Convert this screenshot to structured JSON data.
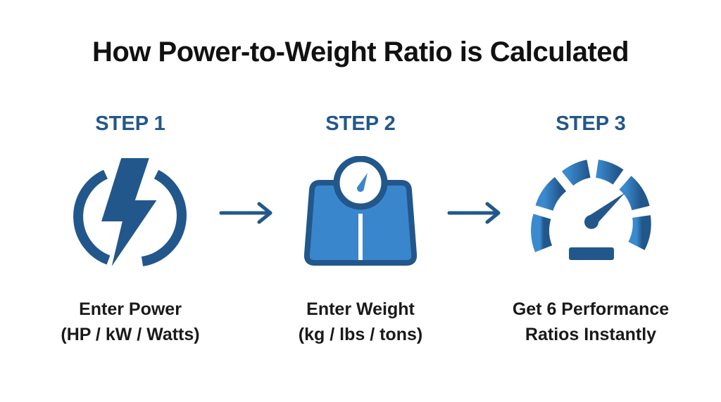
{
  "title": "How Power-to-Weight Ratio is Calculated",
  "colors": {
    "dark_blue": "#22578b",
    "mid_blue": "#3a86cc",
    "title_text": "#111111",
    "body_text": "#1a1a1a"
  },
  "steps": [
    {
      "label": "STEP 1",
      "icon": "lightning-bolt-icon",
      "line1": "Enter Power",
      "line2": "(HP / kW / Watts)"
    },
    {
      "label": "STEP 2",
      "icon": "weighing-scale-icon",
      "line1": "Enter Weight",
      "line2": "(kg / lbs / tons)"
    },
    {
      "label": "STEP 3",
      "icon": "speedometer-icon",
      "line1": "Get 6 Performance",
      "line2": "Ratios Instantly"
    }
  ],
  "arrows": [
    "arrow-right-icon",
    "arrow-right-icon"
  ]
}
